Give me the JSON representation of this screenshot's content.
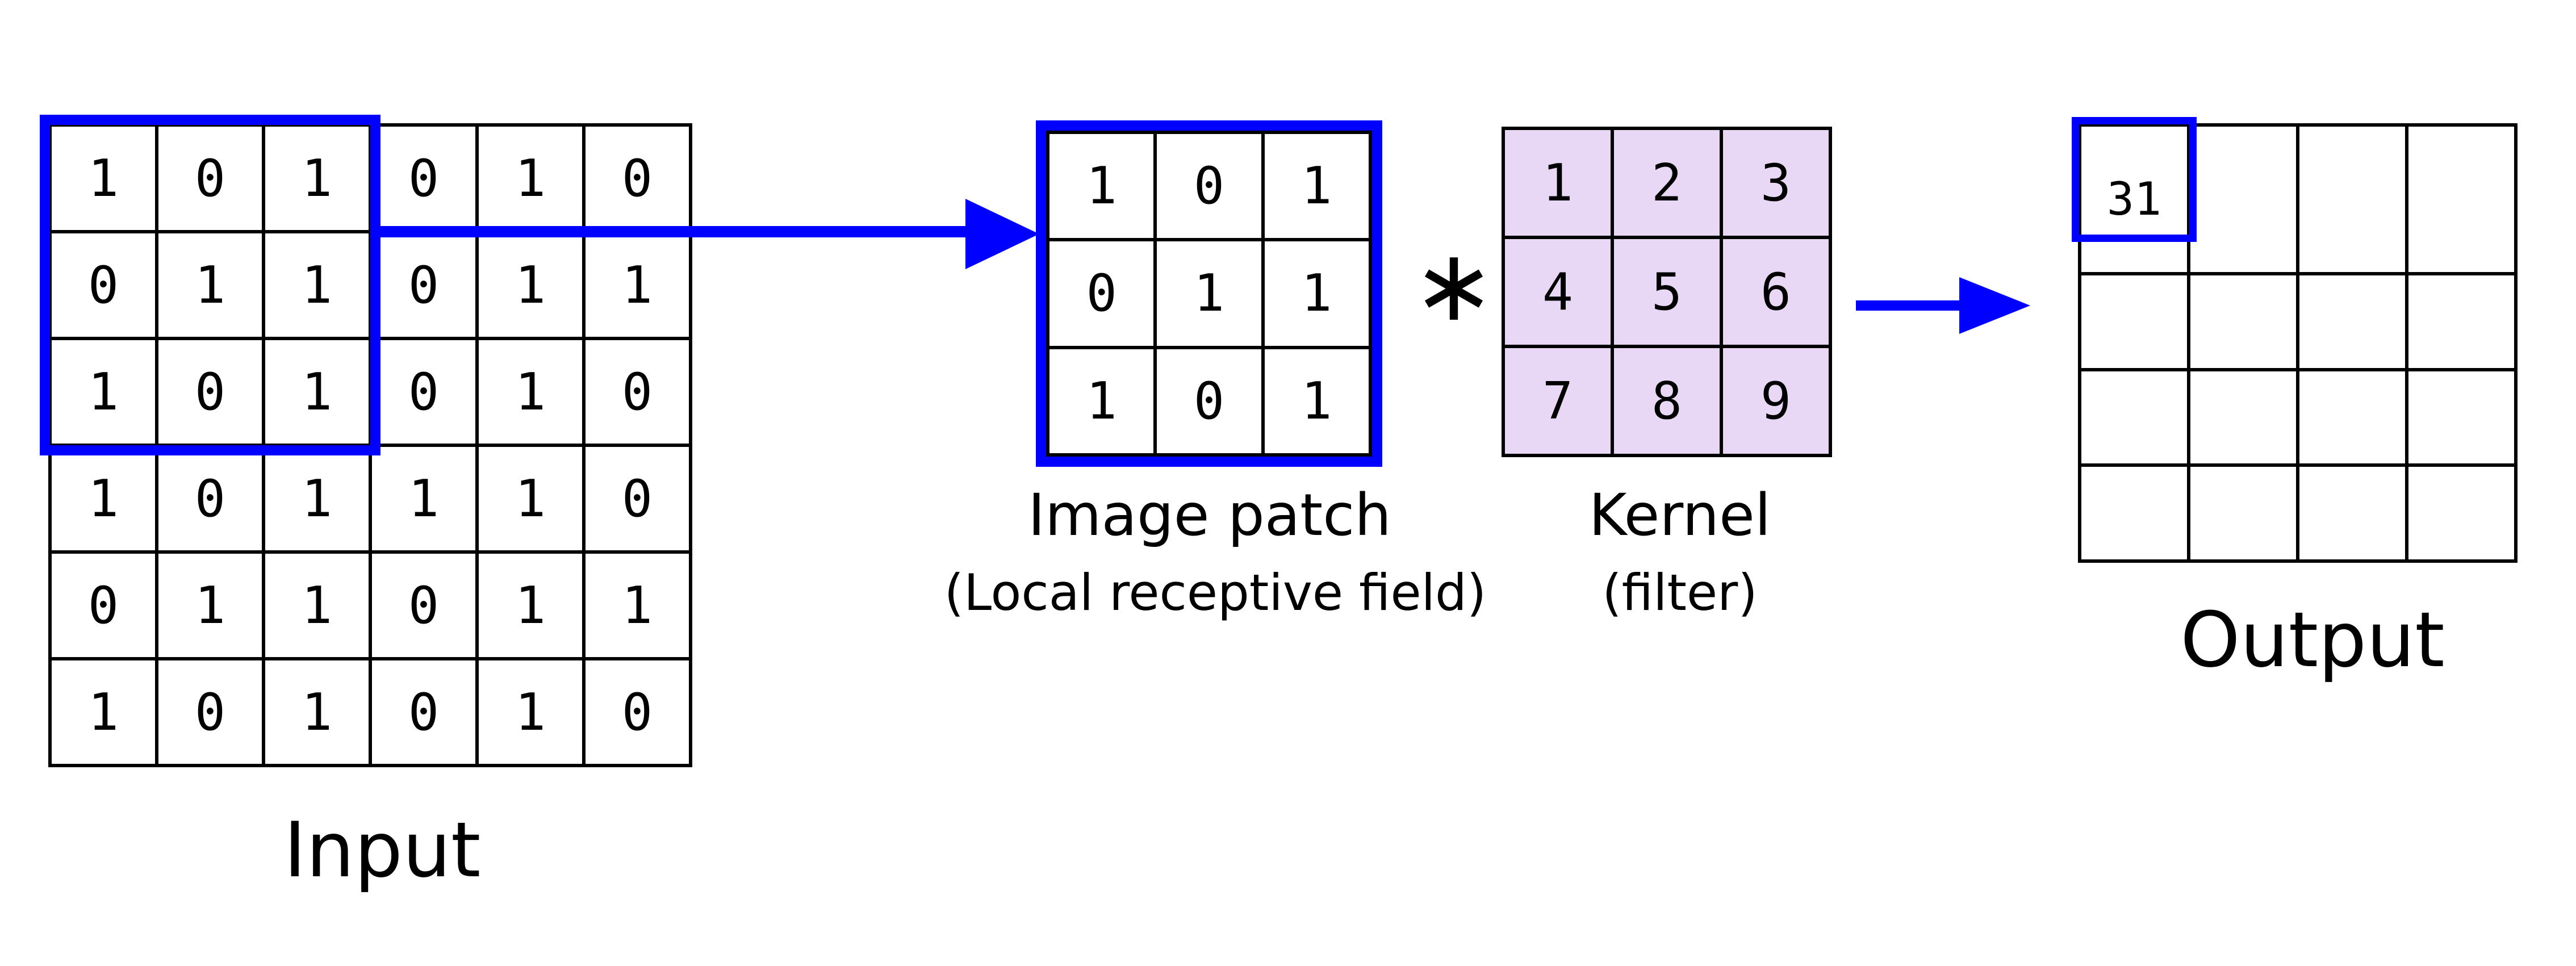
{
  "diagram_title": "convolution-operation",
  "colors": {
    "highlight_blue": "#0000ff",
    "kernel_fill": "#e8d8f5",
    "grid_line": "#000000",
    "background": "#ffffff"
  },
  "input": {
    "label": "Input",
    "grid": [
      [
        "1",
        "0",
        "1",
        "0",
        "1",
        "0"
      ],
      [
        "0",
        "1",
        "1",
        "0",
        "1",
        "1"
      ],
      [
        "1",
        "0",
        "1",
        "0",
        "1",
        "0"
      ],
      [
        "1",
        "0",
        "1",
        "1",
        "1",
        "0"
      ],
      [
        "0",
        "1",
        "1",
        "0",
        "1",
        "1"
      ],
      [
        "1",
        "0",
        "1",
        "0",
        "1",
        "0"
      ]
    ]
  },
  "patch": {
    "label": "Image patch",
    "sublabel": "(Local receptive field)",
    "grid": [
      [
        "1",
        "0",
        "1"
      ],
      [
        "0",
        "1",
        "1"
      ],
      [
        "1",
        "0",
        "1"
      ]
    ]
  },
  "operator": "∗",
  "kernel": {
    "label": "Kernel",
    "sublabel": "(filter)",
    "grid": [
      [
        "1",
        "2",
        "3"
      ],
      [
        "4",
        "5",
        "6"
      ],
      [
        "7",
        "8",
        "9"
      ]
    ]
  },
  "output": {
    "label": "Output",
    "grid": [
      [
        "31",
        "",
        "",
        ""
      ],
      [
        "",
        "",
        "",
        ""
      ],
      [
        "",
        "",
        "",
        ""
      ],
      [
        "",
        "",
        "",
        ""
      ]
    ]
  }
}
